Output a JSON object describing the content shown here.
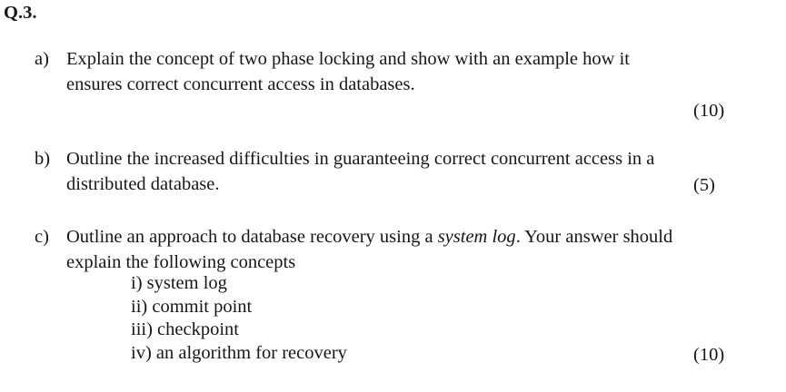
{
  "document": {
    "question_number": "Q.3.",
    "parts": [
      {
        "label": "a)",
        "lines": [
          "Explain the concept of two phase locking and show with an example how it",
          "ensures correct concurrent access in databases."
        ],
        "marks": "(10)"
      },
      {
        "label": "b)",
        "lines": [
          "Outline the increased difficulties in guaranteeing correct concurrent access in a",
          "distributed database."
        ],
        "marks": "(5)"
      },
      {
        "label": "c)",
        "line1": {
          "pre": "Outline an approach to database recovery using a ",
          "italic": "system log",
          "post": ". Your answer should"
        },
        "line2": "explain the following concepts",
        "subitems": [
          "i) system log",
          "ii) commit point",
          "iii) checkpoint",
          "iv) an algorithm for recovery"
        ],
        "marks": "(10)"
      }
    ]
  },
  "colors": {
    "text": "#16161a",
    "background": "#ffffff"
  }
}
